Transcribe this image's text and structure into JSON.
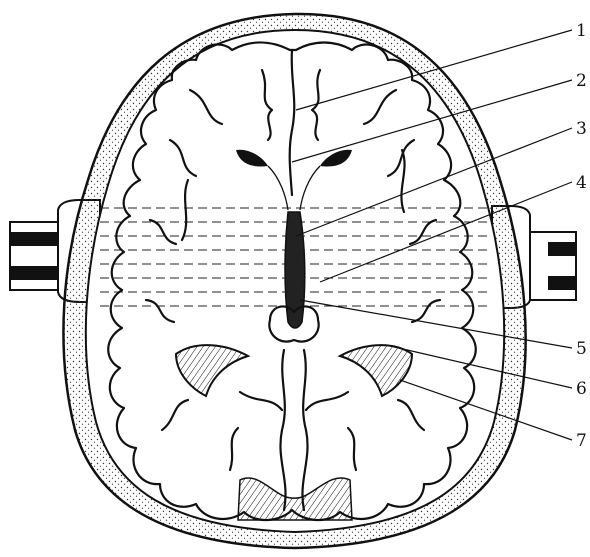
{
  "labels": [
    "1",
    "2",
    "3",
    "4",
    "5",
    "6",
    "7"
  ],
  "colors": {
    "ink": "#111111",
    "background": "#ffffff"
  }
}
